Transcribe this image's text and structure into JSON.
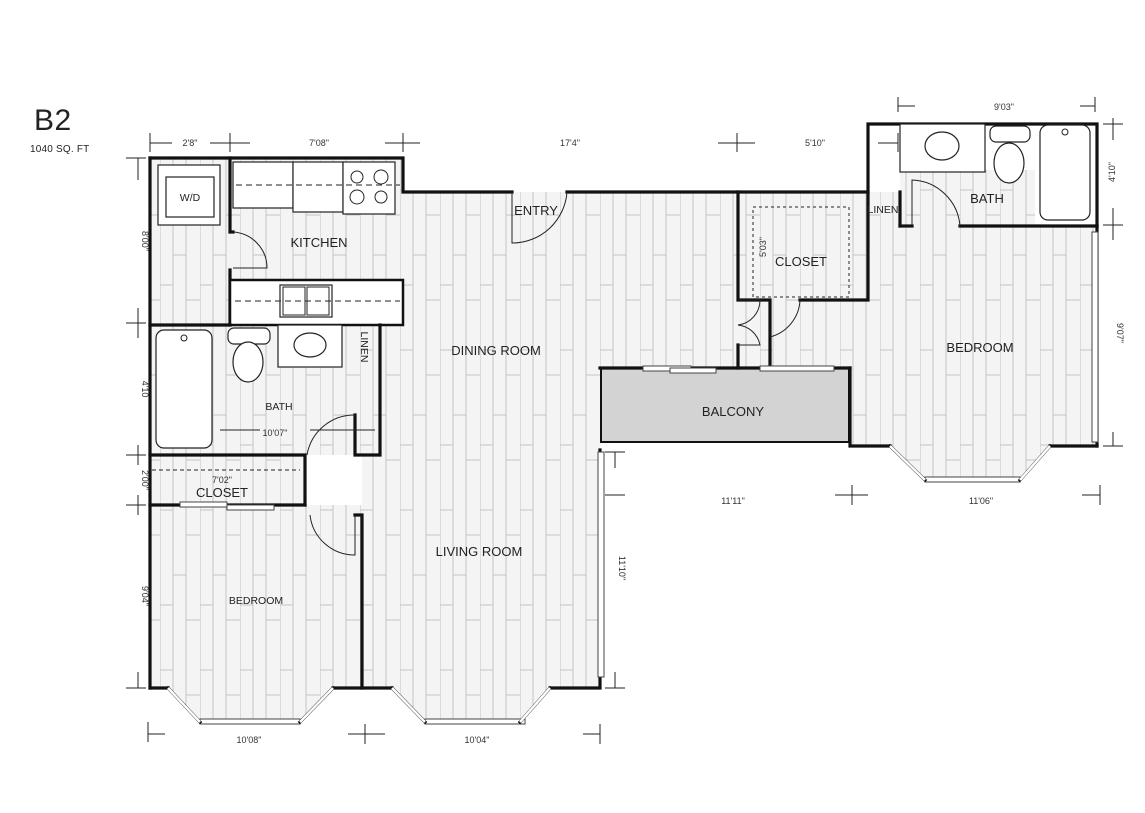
{
  "unit": {
    "name": "B2",
    "area": "1040 SQ. FT"
  },
  "rooms": {
    "kitchen": "KITCHEN",
    "wd": "W/D",
    "entry": "ENTRY",
    "dining_room": "DINING ROOM",
    "living_room": "LIVING ROOM",
    "bath_left": "BATH",
    "linen_left": "LINEN",
    "closet_left": "CLOSET",
    "bedroom_left": "BEDROOM",
    "closet_right": "CLOSET",
    "linen_right": "LINEN",
    "bath_right": "BATH",
    "bedroom_right": "BEDROOM",
    "balcony": "BALCONY"
  },
  "dimensions": {
    "top_wd_width": "2'8\"",
    "top_kitchen_width": "7'08\"",
    "top_dining_width": "17'4\"",
    "top_closet_width": "5'10\"",
    "top_bath_right_width": "9'03\"",
    "left_kitchen_height": "8'00\"",
    "left_bath_height": "4'10",
    "left_closet_height": "2'00\"",
    "left_bedroom_height": "9'04\"",
    "bath_left_width": "10'07\"",
    "closet_left_width": "7'02\"",
    "closet_right_depth": "5'03\"",
    "bath_right_height": "4'10\"",
    "bedroom_right_height": "9'07\"",
    "balcony_width": "11'11\"",
    "bedroom_right_width": "11'06\"",
    "living_height": "11'10\"",
    "bedroom_left_width": "10'08\"",
    "living_width": "10'04\""
  },
  "colors": {
    "floor": "#f3f3f3",
    "plank_line": "#bdbdbd",
    "wall": "#111111",
    "balcony": "#d2d2d2"
  }
}
